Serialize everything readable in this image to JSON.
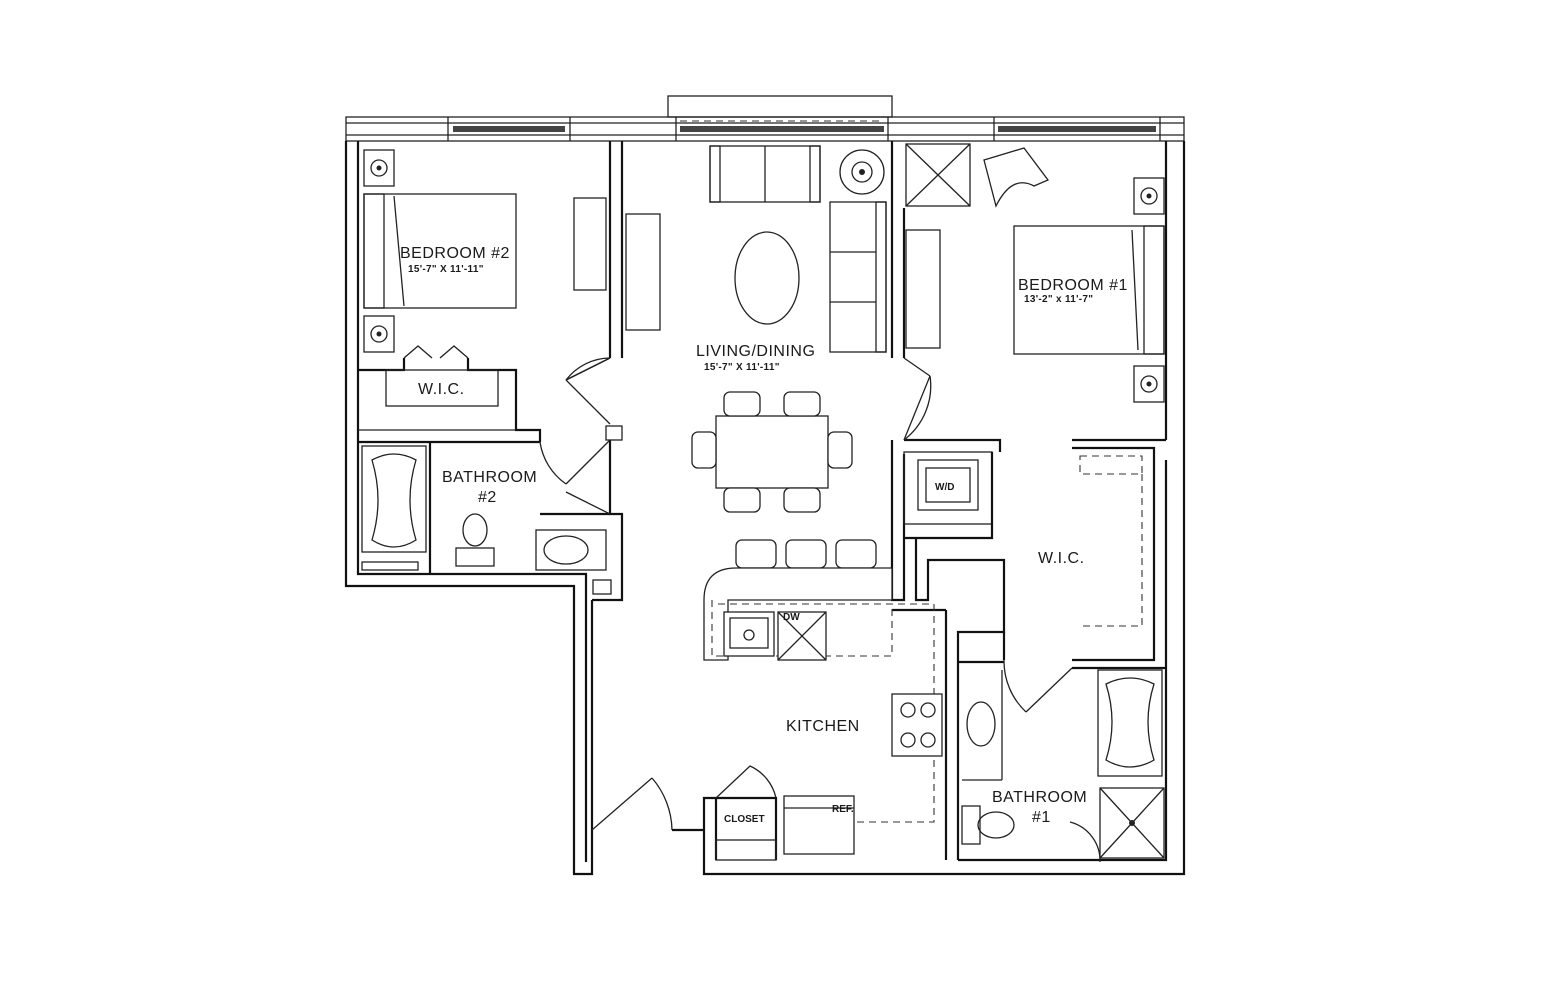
{
  "rooms": {
    "bedroom2": {
      "name": "BEDROOM  #2",
      "dims": "15'-7\" X 11'-11\""
    },
    "living": {
      "name": "LIVING/DINING",
      "dims": "15'-7\" X 11'-11\""
    },
    "bedroom1": {
      "name": "BEDROOM  #1",
      "dims": "13'-2\" x 11'-7\""
    },
    "wic_left": {
      "name": "W.I.C."
    },
    "wic_right": {
      "name": "W.I.C."
    },
    "bathroom2": {
      "name_line1": "BATHROOM",
      "name_line2": "#2"
    },
    "bathroom1": {
      "name_line1": "BATHROOM",
      "name_line2": "#1"
    },
    "kitchen": {
      "name": "KITCHEN"
    },
    "closet": {
      "name": "CLOSET"
    }
  },
  "fixtures": {
    "washer_dryer": "W/D",
    "dishwasher": "DW",
    "refrigerator": "REF."
  }
}
